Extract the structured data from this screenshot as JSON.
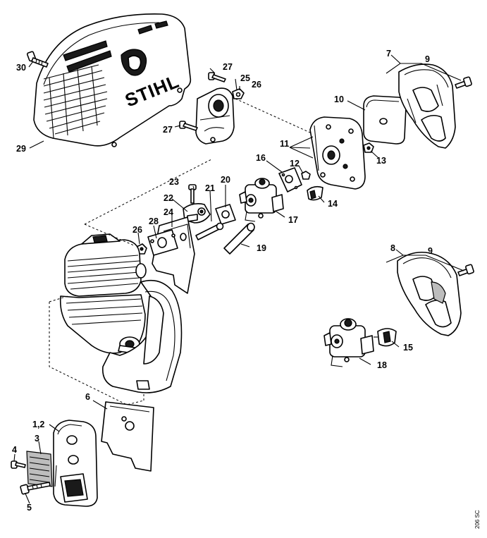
{
  "diagram": {
    "brand_logo": "STIHL",
    "drawing_code": "206 SC",
    "callouts": {
      "c1_2": "1,2",
      "c3": "3",
      "c4": "4",
      "c5": "5",
      "c6": "6",
      "c7": "7",
      "c8": "8",
      "c9a": "9",
      "c9b": "9",
      "c10": "10",
      "c11": "11",
      "c12": "12",
      "c13": "13",
      "c14": "14",
      "c15": "15",
      "c16": "16",
      "c17": "17",
      "c18": "18",
      "c19": "19",
      "c20": "20",
      "c21": "21",
      "c22": "22",
      "c23": "23",
      "c24": "24",
      "c25": "25",
      "c26a": "26",
      "c26b": "26",
      "c27a": "27",
      "c27b": "27",
      "c28": "28",
      "c29": "29",
      "c30": "30"
    }
  }
}
